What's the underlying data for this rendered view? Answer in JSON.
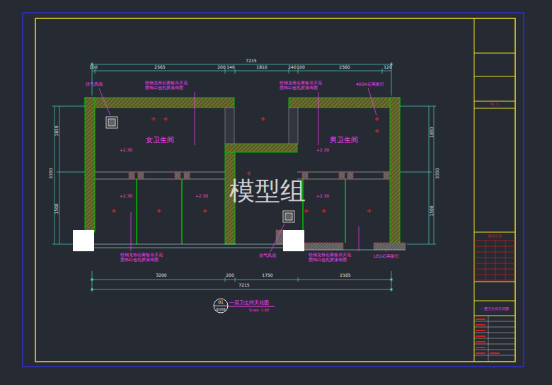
{
  "diagram": {
    "title": "一层卫生间天花图",
    "caption": "Scale: 1:30",
    "nodes": [
      {
        "text": [
          "女卫生间"
        ]
      },
      {
        "text": [
          "男卫生间"
        ]
      }
    ],
    "labels": [
      "7215",
      "100",
      "2565",
      "200",
      "140",
      "1810",
      "240",
      "100",
      "2560",
      "120",
      "排气风扇",
      "轻钢龙骨石膏板吊天花 面饰白色乳胶漆饰面",
      "轻钢龙骨石膏板吊天花 面饰白色乳胶漆饰面",
      "400X石英射灯",
      "+2.30",
      "+2.30",
      "+2.30",
      "+2.30",
      "+2.30",
      "1850",
      "3350",
      "1500",
      "1850",
      "3350",
      "1500",
      "轻钢龙骨石膏板吊天花 面饰白色乳胶漆饰面",
      "排气风扇",
      "轻钢龙骨石膏板吊天花 面饰白色乳胶漆饰面",
      "LED石英射灯",
      "3200",
      "200",
      "1750",
      "2165",
      "7215",
      "01",
      "ID/08",
      "模型组",
      "图 名",
      "修改记录",
      "一层卫生间天花图"
    ]
  }
}
